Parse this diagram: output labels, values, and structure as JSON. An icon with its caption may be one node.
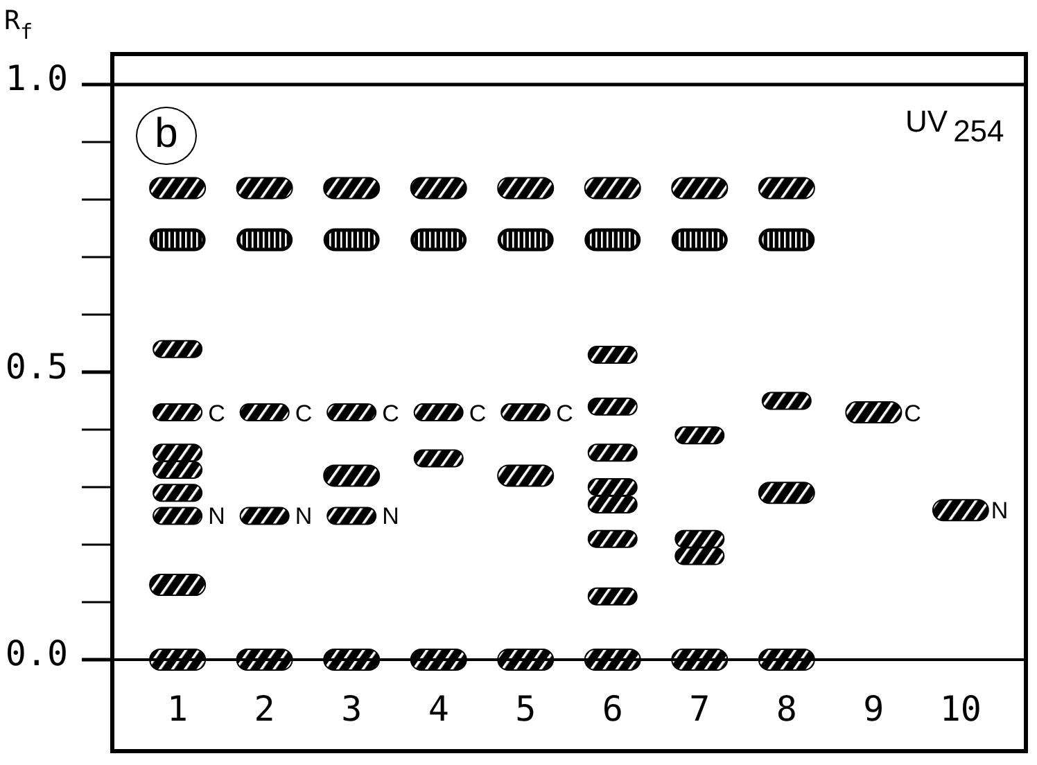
{
  "diagram": {
    "labels": [
      "b",
      "UV$_{254}$"
    ],
    "chart_data": {
      "type": "scatter",
      "ylabel": "R$_{f}$",
      "xlim": [
        0.25,
        10.75
      ],
      "ylim": [
        0,
        1
      ],
      "x": [
        1,
        1,
        1,
        1,
        1,
        1,
        1,
        1,
        1,
        1,
        2,
        2,
        2,
        2,
        2,
        3,
        3,
        3,
        3,
        3,
        3,
        4,
        4,
        4,
        4,
        4,
        5,
        5,
        5,
        5,
        5,
        6,
        6,
        6,
        6,
        6,
        6,
        6,
        6,
        6,
        6,
        7,
        7,
        7,
        7,
        7,
        7,
        8,
        8,
        8,
        8,
        8,
        9,
        10
      ],
      "xticks": [
        1,
        2,
        3,
        4,
        5,
        6,
        7,
        8,
        9,
        10
      ],
      "yticks": [
        {
          "value": 0,
          "label": "0.0"
        },
        {
          "value": 0.5,
          "label": "0.5"
        },
        {
          "value": 1,
          "label": "1.0"
        }
      ],
      "series": [
        {
          "color": "#000000",
          "values": [
            null,
            null,
            0.54,
            0.43,
            0.36,
            0.33,
            0.29,
            0.25,
            null,
            null,
            null,
            null,
            0.43,
            0.25,
            null,
            null,
            null,
            0.43,
            null,
            0.25,
            null,
            null,
            null,
            0.43,
            0.35,
            null,
            null,
            null,
            0.43,
            null,
            null,
            null,
            null,
            0.53,
            0.44,
            0.36,
            0.3,
            0.27,
            0.21,
            0.11,
            null,
            null,
            null,
            0.39,
            0.21,
            0.18,
            null,
            null,
            null,
            0.45,
            null,
            null,
            null,
            null
          ]
        },
        {
          "color": "#000000",
          "values": [
            0.82,
            null,
            null,
            null,
            null,
            null,
            null,
            null,
            0.13,
            0,
            0.82,
            null,
            null,
            null,
            0,
            0.82,
            null,
            null,
            0.32,
            null,
            0,
            0.82,
            null,
            null,
            null,
            0,
            0.82,
            null,
            null,
            0.32,
            0,
            0.82,
            null,
            null,
            null,
            null,
            null,
            null,
            null,
            null,
            0,
            0.82,
            null,
            null,
            null,
            null,
            0,
            0.82,
            null,
            null,
            0.29,
            0,
            0.43,
            0.26
          ]
        },
        {
          "color": "#000000",
          "values": [
            null,
            0.73,
            null,
            null,
            null,
            null,
            null,
            null,
            null,
            null,
            null,
            0.73,
            null,
            null,
            null,
            null,
            0.73,
            null,
            null,
            null,
            null,
            null,
            0.73,
            null,
            null,
            null,
            null,
            0.73,
            null,
            null,
            null,
            null,
            0.73,
            null,
            null,
            null,
            null,
            null,
            null,
            null,
            null,
            null,
            0.73,
            null,
            null,
            null,
            null,
            null,
            0.73,
            null,
            null,
            null,
            null,
            null
          ]
        }
      ],
      "annotations": [
        {
          "text": "C",
          "x": 1,
          "y": 0.43
        },
        {
          "text": "C",
          "x": 2,
          "y": 0.43
        },
        {
          "text": "C",
          "x": 3,
          "y": 0.43
        },
        {
          "text": "C",
          "x": 4,
          "y": 0.43
        },
        {
          "text": "C",
          "x": 5,
          "y": 0.43
        },
        {
          "text": "C",
          "x": 9,
          "y": 0.43
        },
        {
          "text": "N",
          "x": 1,
          "y": 0.25
        },
        {
          "text": "N",
          "x": 2,
          "y": 0.25
        },
        {
          "text": "N",
          "x": 3,
          "y": 0.25
        },
        {
          "text": "N",
          "x": 10,
          "y": 0.26
        }
      ]
    }
  }
}
